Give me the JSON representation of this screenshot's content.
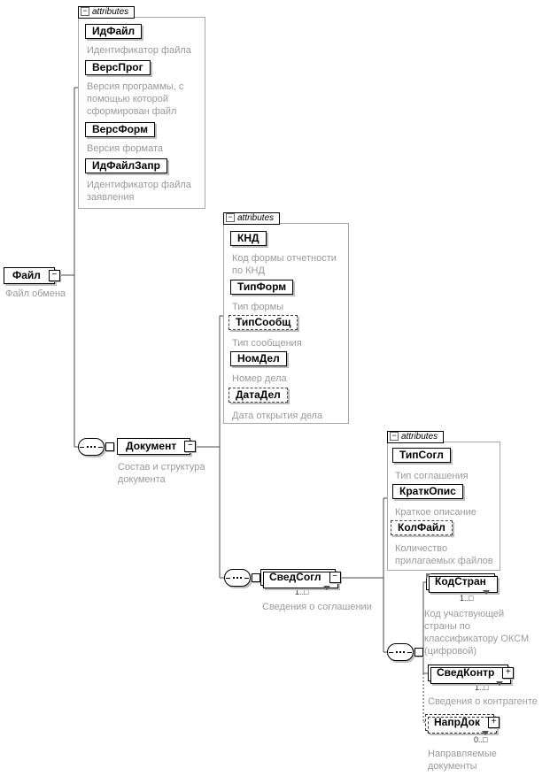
{
  "labels": {
    "attributes_tab": "attributes"
  },
  "colors": {
    "box_border": "#000000",
    "frame_border": "#a8a8a8",
    "shadow": "#bcbcbc",
    "description_text": "#9a9a9a"
  },
  "tree": {
    "file": {
      "name": "Файл",
      "desc": "Файл обмена"
    },
    "file_attributes": {
      "items": [
        {
          "name": "ИдФайл",
          "desc": "Идентификатор файла"
        },
        {
          "name": "ВерсПрог",
          "desc": "Версия программы, с помощью которой сформирован файл"
        },
        {
          "name": "ВерсФорм",
          "desc": "Версия формата"
        },
        {
          "name": "ИдФайлЗапр",
          "desc": "Идентификатор файла заявления"
        }
      ]
    },
    "document": {
      "name": "Документ",
      "desc": "Состав и структура документа"
    },
    "document_attributes": {
      "items": [
        {
          "name": "КНД",
          "desc": "Код формы отчетности по КНД"
        },
        {
          "name": "ТипФорм",
          "desc": "Тип формы"
        },
        {
          "name": "ТипСообщ",
          "desc": "Тип сообщения"
        },
        {
          "name": "НомДел",
          "desc": "Номер дела"
        },
        {
          "name": "ДатаДел",
          "desc": "Дата открытия дела"
        }
      ]
    },
    "svedsogl": {
      "name": "СведСогл",
      "occurrence": "1..□",
      "desc": "Сведения о соглашении"
    },
    "svedsogl_attributes": {
      "items": [
        {
          "name": "ТипСогл",
          "desc": "Тип соглашения"
        },
        {
          "name": "КраткОпис",
          "desc": "Краткое описание"
        },
        {
          "name": "КолФайл",
          "desc": "Количество прилагаемых файлов"
        }
      ]
    },
    "kodstran": {
      "name": "КодСтран",
      "occurrence": "1..□",
      "desc": "Код участвующей страны по классификатору ОКСМ (цифровой)"
    },
    "svedkontr": {
      "name": "СведКонтр",
      "occurrence": "1..□",
      "desc": "Сведения о контрагенте"
    },
    "naprdok": {
      "name": "НапрДок",
      "occurrence": "0..□",
      "desc": "Направляемые документы"
    }
  }
}
